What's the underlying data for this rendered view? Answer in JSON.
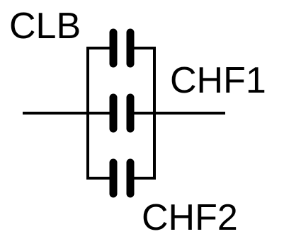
{
  "labels": {
    "clb": "CLB",
    "chf1": "CHF1",
    "chf2": "CHF2"
  },
  "colors": {
    "line": "#000000",
    "background": "#ffffff"
  }
}
